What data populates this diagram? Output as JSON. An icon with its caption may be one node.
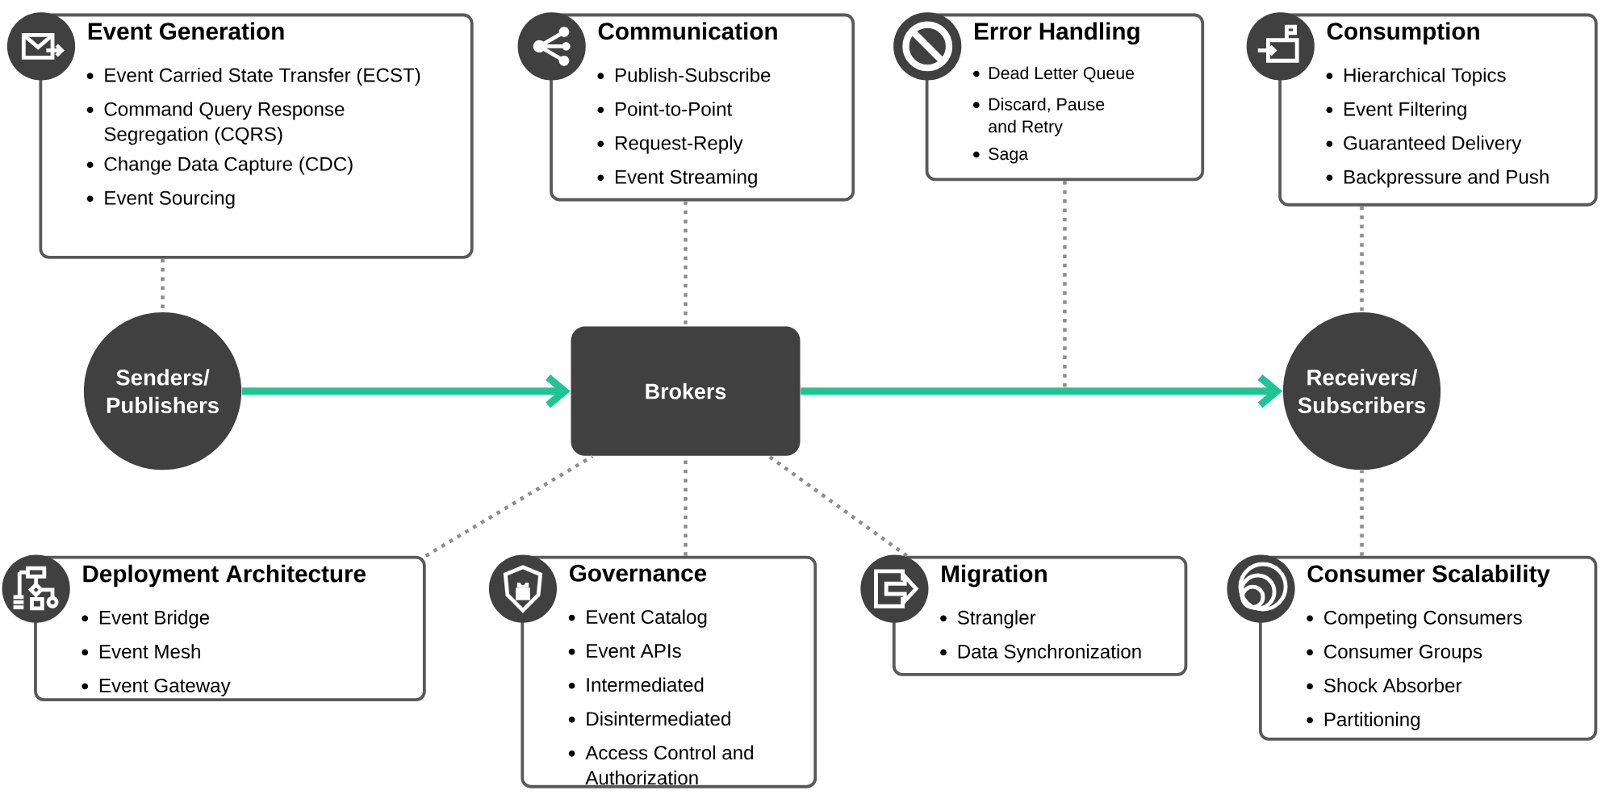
{
  "diagram": {
    "nodes": [
      {
        "text": [
          "Event Generation",
          "Event Carried State Transfer (ECST)",
          "Command Query Response Segregation (CQRS)",
          "Change Data Capture (CDC)",
          "Event Sourcing"
        ]
      },
      {
        "text": [
          "Communication",
          "Publish-Subscribe",
          "Point-to-Point",
          "Request-Reply",
          "Event Streaming"
        ]
      },
      {
        "text": [
          "Error Handling",
          "Dead Letter Queue",
          "Discard, Pause and Retry",
          "Saga"
        ]
      },
      {
        "text": [
          "Consumption",
          "Hierarchical Topics",
          "Event Filtering",
          "Guaranteed Delivery",
          "Backpressure and Push"
        ]
      },
      {
        "text": [
          "Senders/ Publishers"
        ]
      },
      {
        "text": [
          "Brokers"
        ]
      },
      {
        "text": [
          "Receivers/ Subscribers"
        ]
      },
      {
        "text": [
          "Deployment Architecture",
          "Event Bridge",
          "Event Mesh",
          "Event Gateway"
        ]
      },
      {
        "text": [
          "Governance",
          "Event Catalog",
          "Event APIs",
          "Intermediated",
          "Disintermediated",
          "Access Control and Authorization"
        ]
      },
      {
        "text": [
          "Migration",
          "Strangler",
          "Data Synchronization"
        ]
      },
      {
        "text": [
          "Consumer Scalability",
          "Competing Consumers",
          "Consumer Groups",
          "Shock Absorber",
          "Partitioning"
        ]
      }
    ],
    "edges": [
      {
        "from": 4,
        "to": 5,
        "arrow": "to",
        "style": "thick",
        "color": "#1ec592"
      },
      {
        "from": 5,
        "to": 6,
        "arrow": "to",
        "style": "thick",
        "color": "#1ec592"
      },
      {
        "from": 0,
        "to": 4,
        "arrow": "none",
        "style": "dashed"
      },
      {
        "from": 1,
        "to": 5,
        "arrow": "none",
        "style": "dashed"
      },
      {
        "from": 2,
        "to": null,
        "arrow": "none",
        "style": "dashed"
      },
      {
        "from": 3,
        "to": 6,
        "arrow": "none",
        "style": "dashed"
      },
      {
        "from": 7,
        "to": 5,
        "arrow": "none",
        "style": "dashed"
      },
      {
        "from": 8,
        "to": 5,
        "arrow": "none",
        "style": "dashed"
      },
      {
        "from": 9,
        "to": 5,
        "arrow": "none",
        "style": "dashed"
      },
      {
        "from": 10,
        "to": 6,
        "arrow": "none",
        "style": "dashed"
      }
    ]
  }
}
